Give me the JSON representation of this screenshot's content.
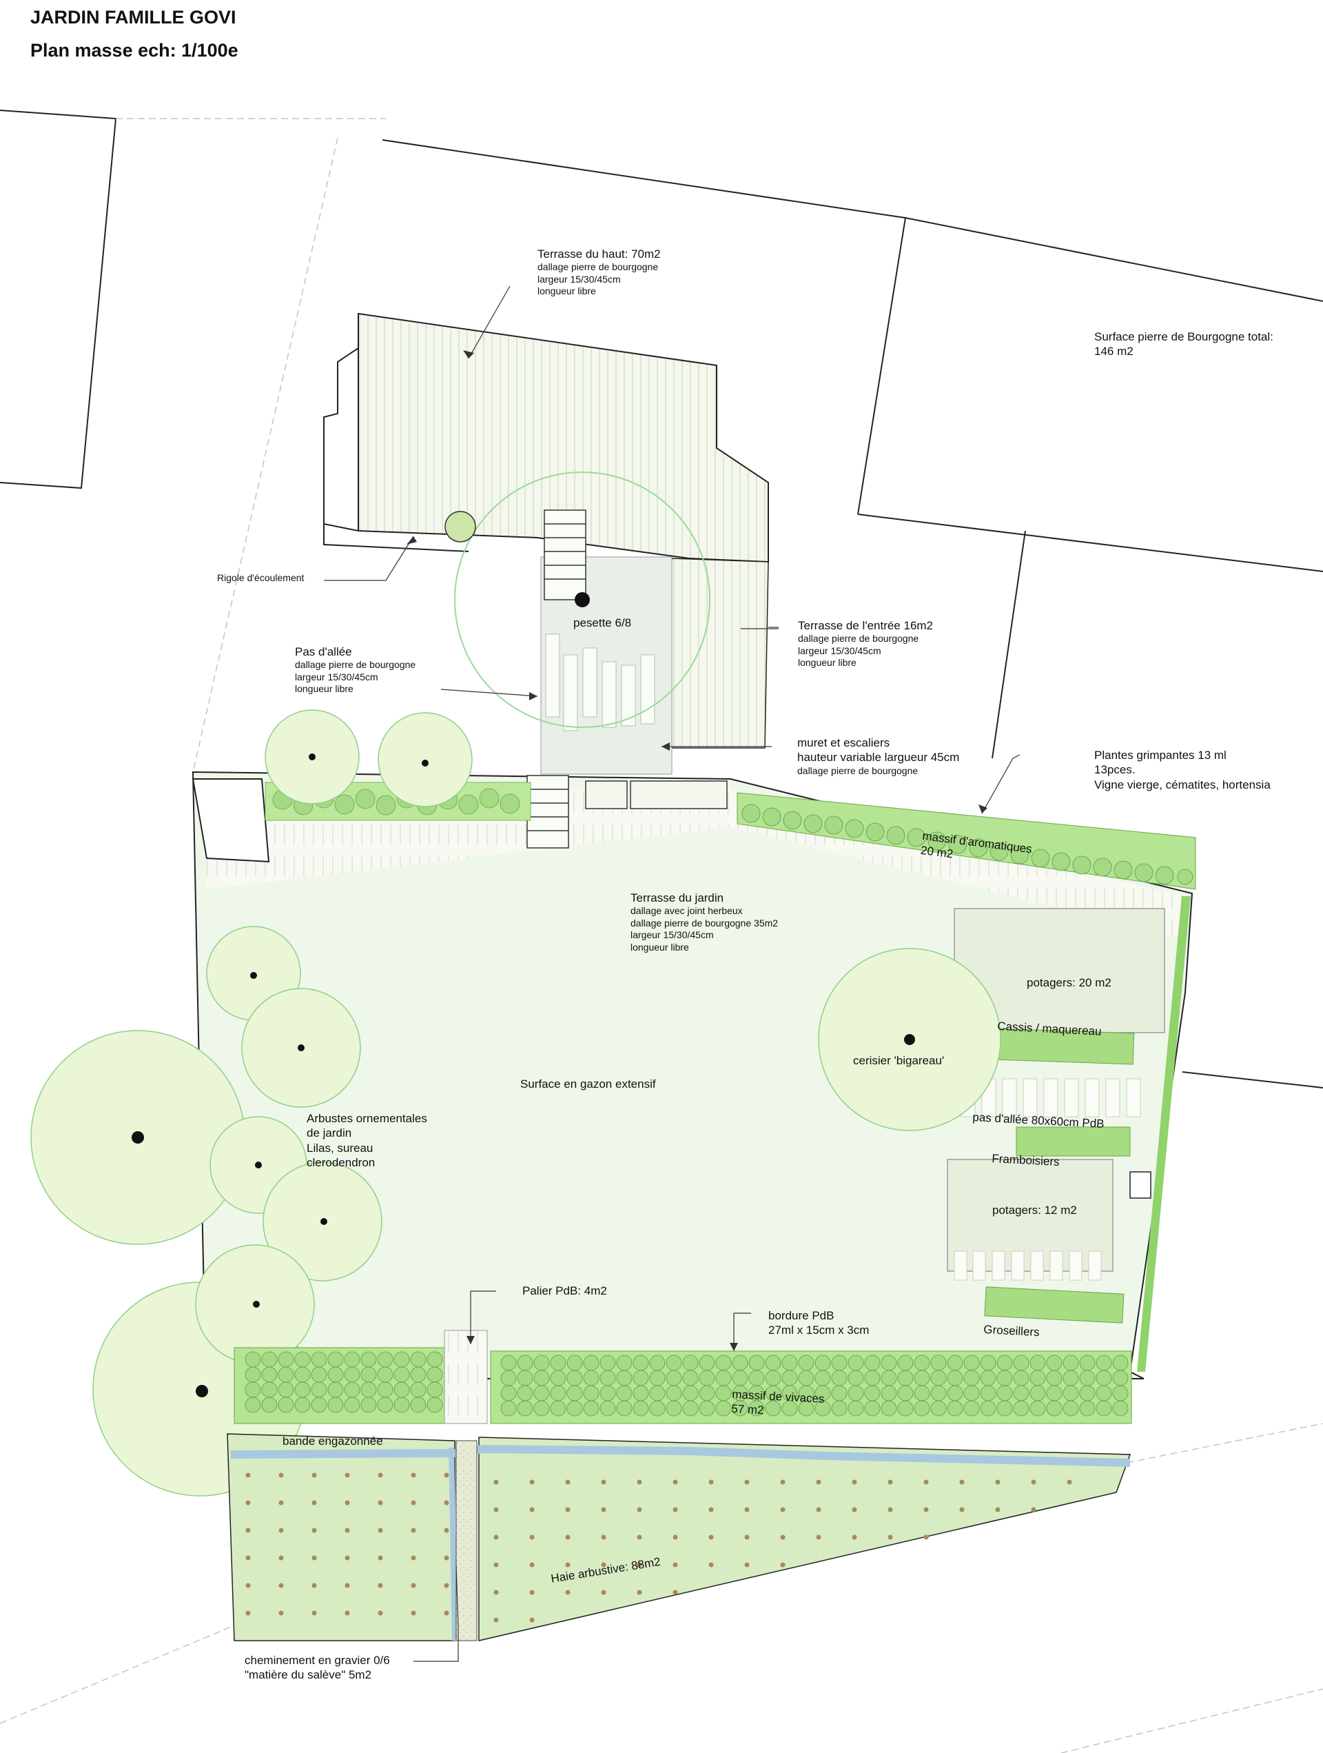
{
  "header": {
    "title": "JARDIN FAMILLE GOVI",
    "subtitle": "Plan masse ech: 1/100e"
  },
  "labels": {
    "terrasse_haut": {
      "title": "Terrasse du haut: 70m2",
      "lines": [
        "dallage pierre de bourgogne",
        "largeur 15/30/45cm",
        "longueur libre"
      ]
    },
    "surface_pierre": {
      "title": "Surface pierre de Bourgogne total:",
      "area": "146 m2"
    },
    "rigole": "Rigole d'écoulement",
    "pesette": "pesette 6/8",
    "terrasse_entree": {
      "title": "Terrasse de l'entrée 16m2",
      "lines": [
        "dallage pierre de bourgogne",
        "largeur 15/30/45cm",
        "longueur libre"
      ]
    },
    "pas_allee": {
      "title": "Pas d'allée",
      "lines": [
        "dallage pierre de bourgogne",
        "largeur 15/30/45cm",
        "longueur libre"
      ]
    },
    "muret": {
      "title": "muret et escaliers",
      "line1": "hauteur variable largueur 45cm",
      "line2": "dallage pierre de bourgogne"
    },
    "plantes_grimpantes": {
      "title": "Plantes grimpantes 13 ml",
      "count": "13pces.",
      "species": "Vigne vierge, cématites, hortensia"
    },
    "massif_aromatiques": {
      "name": "massif d'aromatiques",
      "area": "20 m2"
    },
    "terrasse_jardin": {
      "title": "Terrasse du jardin",
      "lines": [
        "dallage avec joint herbeux",
        "dallage pierre de bourgogne 35m2",
        "largeur 15/30/45cm",
        "longueur libre"
      ]
    },
    "potagers_20": "potagers: 20 m2",
    "cassis": "Cassis / maquereau",
    "cerisier": "cerisier 'bigareau'",
    "pas_allee_80": "pas d'allée 80x60cm PdB",
    "framboisiers": "Framboisiers",
    "potagers_12": "potagers: 12 m2",
    "gazon": "Surface en gazon extensif",
    "arbustes": {
      "l1": "Arbustes ornementales",
      "l2": "de jardin",
      "l3": "Lilas, sureau",
      "l4": "clerodendron"
    },
    "palier": "Palier PdB: 4m2",
    "bordure": {
      "title": "bordure PdB",
      "dims": "27ml x 15cm x 3cm"
    },
    "groseillers": "Groseillers",
    "massif_vivaces": {
      "name": "massif de vivaces",
      "area": "57 m2"
    },
    "bande": "bande engazonnée",
    "haie": "Haie arbustive: 88m2",
    "cheminement": {
      "l1": "cheminement en gravier 0/6",
      "l2": "\"matière du salève\" 5m2"
    }
  },
  "colors": {
    "lawn": "#edf6e8",
    "stone": "#f3f6ec",
    "hedge": "#d6ebbf",
    "shrub_dark": "#8fcf6a",
    "shrub_light": "#b9e39a",
    "tree_canopy": "#eaf6d6",
    "tree_outline": "#8fd08a",
    "water": "#a8c8e0",
    "veg_bed": "#e8eedd",
    "line": "#222222",
    "dashed": "#bbbbbb"
  }
}
